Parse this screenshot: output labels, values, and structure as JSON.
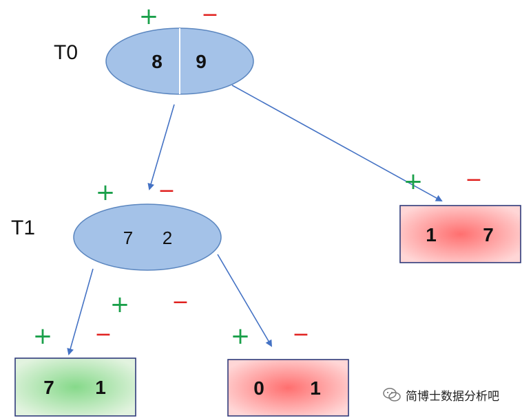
{
  "levels": {
    "t0": "T0",
    "t1": "T1"
  },
  "nodes": {
    "root": {
      "left": "8",
      "right": "9",
      "plus": "+",
      "minus": "−"
    },
    "t1": {
      "left": "7",
      "right": "2",
      "plus": "+",
      "minus": "−"
    },
    "leaf_right": {
      "left": "1",
      "right": "7",
      "plus": "+",
      "minus": "−"
    },
    "leaf_left": {
      "left": "7",
      "right": "1",
      "plus": "+",
      "minus": "−"
    },
    "leaf_mid": {
      "left": "0",
      "right": "1",
      "plus": "+",
      "minus": "−"
    }
  },
  "edge_labels": {
    "t1_left_branch": {
      "plus": "+",
      "minus": "−"
    }
  },
  "watermark": {
    "text": "简博士数据分析吧"
  },
  "colors": {
    "ellipse_fill": "#a4c2e8",
    "ellipse_stroke": "#5b86bf",
    "arrow": "#4472c4",
    "box_stroke": "#2e3a7a",
    "leaf_red_center": "#ff6f6f",
    "leaf_red_edge": "#ffd6d6",
    "leaf_green_center": "#86d98a",
    "leaf_green_edge": "#e2f3df",
    "plus": "#1aa04a",
    "minus": "#e0211f"
  }
}
